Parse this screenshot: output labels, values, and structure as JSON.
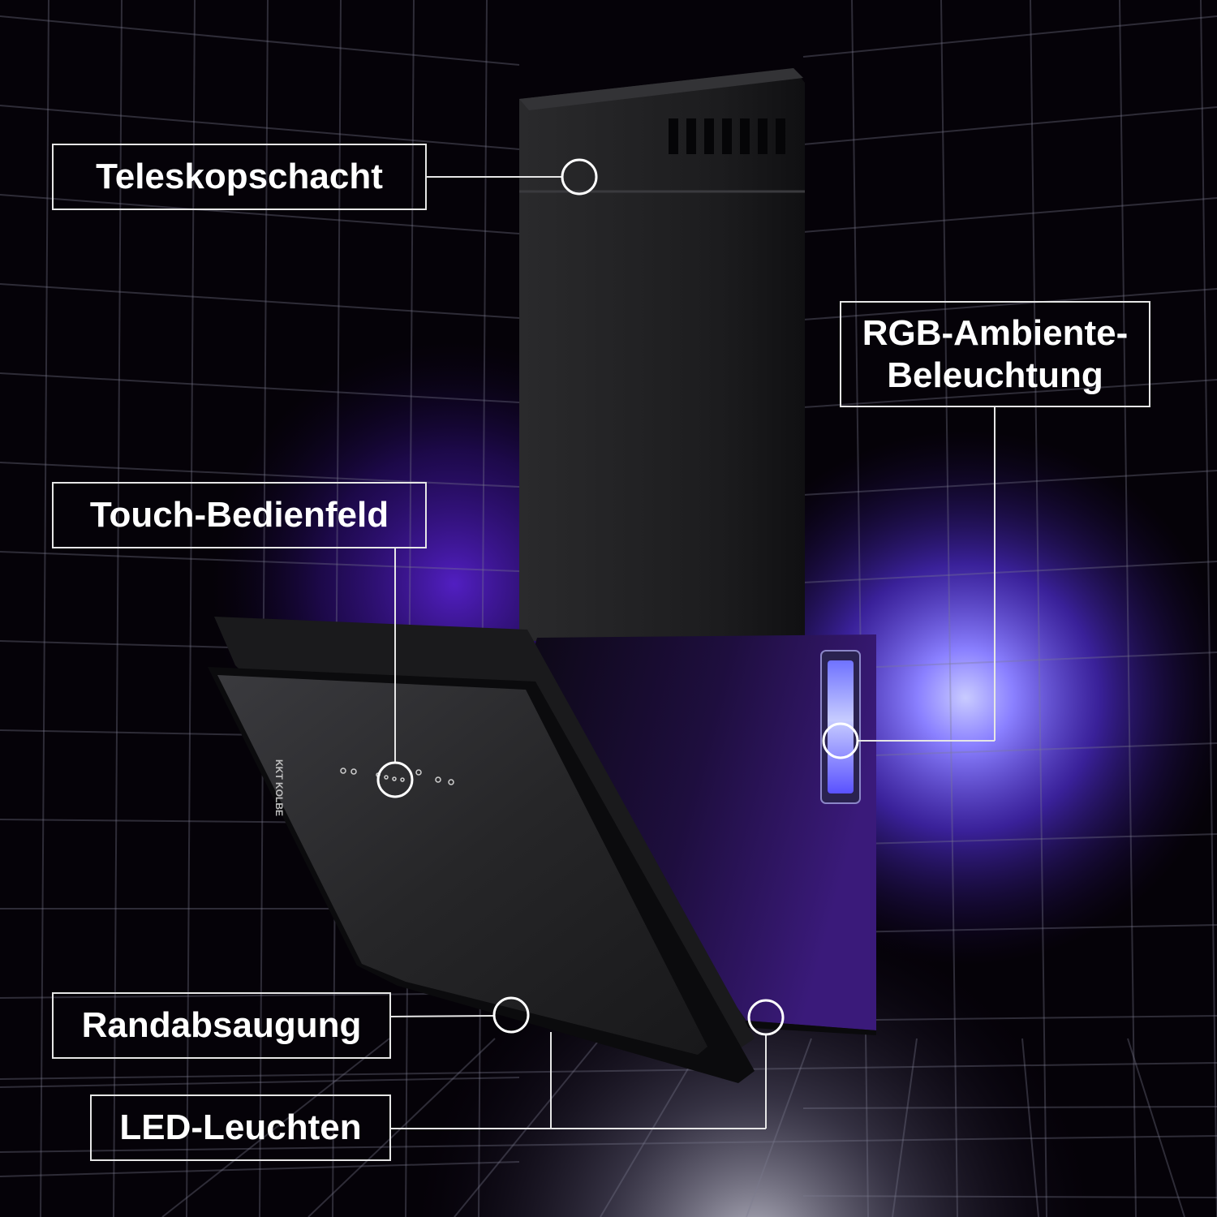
{
  "callouts": {
    "telescopic_chimney": "Teleskopschacht",
    "rgb_ambient_line1": "RGB-Ambiente-",
    "rgb_ambient_line2": "Beleuchtung",
    "touch_panel": "Touch-Bedienfeld",
    "edge_suction": "Randabsaugung",
    "led_lights": "LED-Leuchten"
  },
  "product_logo": "KKT KOLBE",
  "colors": {
    "background": "#050208",
    "ambient_glow": "#6a5cff",
    "label_border": "#e6e6e6",
    "label_text": "#ffffff"
  }
}
